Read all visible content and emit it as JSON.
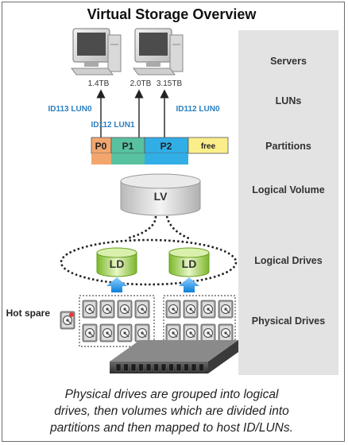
{
  "title": "Virtual Storage Overview",
  "layers": {
    "servers": "Servers",
    "luns": "LUNs",
    "partitions": "Partitions",
    "logical_volume": "Logical Volume",
    "logical_drives": "Logical Drives",
    "physical_drives": "Physical Drives"
  },
  "servers": {
    "capacities": [
      "1.4TB",
      "2.0TB",
      "3.15TB"
    ]
  },
  "luns": {
    "left": "ID113 LUN0",
    "middle": "ID112 LUN1",
    "right": "ID112 LUN0"
  },
  "partitions": {
    "items": [
      {
        "label": "P0",
        "color": "#f2a66e"
      },
      {
        "label": "P1",
        "color": "#58c19f"
      },
      {
        "label": "P2",
        "color": "#31aee6"
      },
      {
        "label": "free",
        "color": "#fbee8a"
      }
    ]
  },
  "logical_volume": {
    "label": "LV"
  },
  "logical_drives": {
    "left": "LD",
    "right": "LD"
  },
  "hot_spare": "Hot spare",
  "colors": {
    "panel": "#e3e3e3",
    "lun_text": "#2a7fc0",
    "ld_green": "#8cc63f",
    "arrow_blue": "#1e90e0"
  },
  "caption": [
    "Physical drives are grouped into logical",
    "drives, then volumes which are divided into",
    "partitions and then mapped to host ID/LUNs."
  ]
}
